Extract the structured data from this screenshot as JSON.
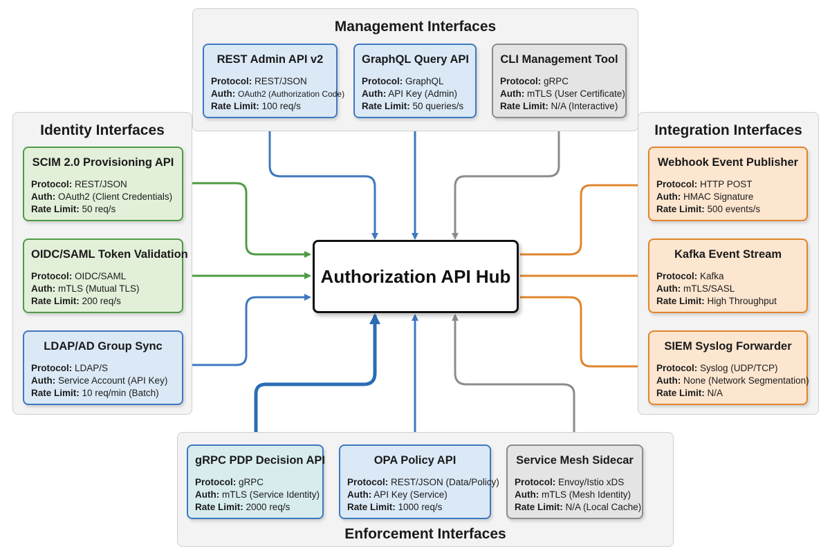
{
  "hub": {
    "title": "Authorization API Hub"
  },
  "labels": {
    "protocol": "Protocol:",
    "auth": "Auth:",
    "rate": "Rate Limit:"
  },
  "colors": {
    "blue": "#3d78c0",
    "green": "#4e9b45",
    "orange": "#e0842b",
    "gray": "#8b8b8b"
  },
  "management": {
    "title": "Management Interfaces",
    "cards": [
      {
        "title": "REST Admin API v2",
        "protocol": "REST/JSON",
        "auth": "OAuth2 (Authorization Code)",
        "rate": "100 req/s"
      },
      {
        "title": "GraphQL Query API",
        "protocol": "GraphQL",
        "auth": "API Key (Admin)",
        "rate": "50 queries/s"
      },
      {
        "title": "CLI Management Tool",
        "protocol": "gRPC",
        "auth": "mTLS (User Certificate)",
        "rate": "N/A (Interactive)"
      }
    ]
  },
  "identity": {
    "title": "Identity Interfaces",
    "cards": [
      {
        "title": "SCIM 2.0 Provisioning API",
        "protocol": "REST/JSON",
        "auth": "OAuth2 (Client Credentials)",
        "rate": "50 req/s"
      },
      {
        "title": "OIDC/SAML Token Validation",
        "protocol": "OIDC/SAML",
        "auth": "mTLS (Mutual TLS)",
        "rate": "200 req/s"
      },
      {
        "title": "LDAP/AD Group Sync",
        "protocol": "LDAP/S",
        "auth": "Service Account (API Key)",
        "rate": "10 req/min (Batch)"
      }
    ]
  },
  "integration": {
    "title": "Integration Interfaces",
    "cards": [
      {
        "title": "Webhook Event Publisher",
        "protocol": "HTTP POST",
        "auth": "HMAC Signature",
        "rate": "500 events/s"
      },
      {
        "title": "Kafka Event Stream",
        "protocol": "Kafka",
        "auth": "mTLS/SASL",
        "rate": "High Throughput"
      },
      {
        "title": "SIEM Syslog Forwarder",
        "protocol": "Syslog (UDP/TCP)",
        "auth": "None (Network Segmentation)",
        "rate": "N/A"
      }
    ]
  },
  "enforcement": {
    "title": "Enforcement Interfaces",
    "cards": [
      {
        "title": "gRPC PDP Decision API",
        "protocol": "gRPC",
        "auth": "mTLS (Service Identity)",
        "rate": "2000 req/s"
      },
      {
        "title": "OPA Policy API",
        "protocol": "REST/JSON (Data/Policy)",
        "auth": "API Key (Service)",
        "rate": "1000 req/s"
      },
      {
        "title": "Service Mesh Sidecar",
        "protocol": "Envoy/Istio xDS",
        "auth": "mTLS (Mesh Identity)",
        "rate": "N/A (Local Cache)"
      }
    ]
  }
}
